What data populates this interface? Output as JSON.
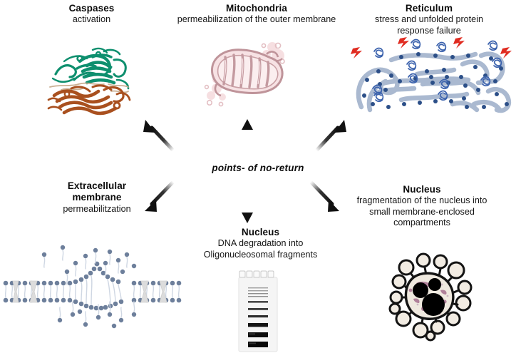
{
  "diagram": {
    "center_label": "points- of no-return",
    "background": "#ffffff",
    "nodes": [
      {
        "id": "caspases",
        "title": "Caspases",
        "description": "activation",
        "illustration": "protein-ribbon-structure",
        "colors": [
          "#0e8f6e",
          "#a9501f"
        ]
      },
      {
        "id": "mitochondria",
        "title": "Mitochondria",
        "description": "permeabilization of the outer membrane",
        "illustration": "mitochondrion-leaking",
        "colors": [
          "#c09a9e",
          "#f3d8da"
        ]
      },
      {
        "id": "reticulum",
        "title": "Reticulum",
        "description_line1": "stress and unfolded protein",
        "description_line2": "response failure",
        "illustration": "rough-endoplasmic-reticulum",
        "colors": [
          "#aab9d0",
          "#2c4f88",
          "#e02b20"
        ]
      },
      {
        "id": "extracellular-membrane",
        "title_line1": "Extracellular",
        "title_line2": "membrane",
        "description": "permeabilitzation",
        "illustration": "lipid-bilayer-rupture",
        "colors": [
          "#6d7f9b",
          "#dfe4ec"
        ]
      },
      {
        "id": "nucleus-dna",
        "title": "Nucleus",
        "description_line1": "DNA degradation into",
        "description_line2": "Oligonucleosomal fragments",
        "illustration": "dna-electrophoresis-gel",
        "colors": [
          "#111111",
          "#f4f4f4"
        ]
      },
      {
        "id": "nucleus-fragmentation",
        "title": "Nucleus",
        "description_line1": "fragmentation of the nucleus into",
        "description_line2": "small membrane-enclosed",
        "description_line3": "compartments",
        "illustration": "apoptotic-cell-blebbing",
        "colors": [
          "#141414",
          "#efe9df",
          "#9c5f84"
        ]
      }
    ],
    "arrows": [
      {
        "id": "arrow-to-caspases",
        "direction": "up-left"
      },
      {
        "id": "arrow-to-mitochondria",
        "direction": "up"
      },
      {
        "id": "arrow-to-reticulum",
        "direction": "up-right"
      },
      {
        "id": "arrow-to-extracellular-membrane",
        "direction": "down-left"
      },
      {
        "id": "arrow-to-nucleus-dna",
        "direction": "down"
      },
      {
        "id": "arrow-to-nucleus-fragmentation",
        "direction": "down-right"
      }
    ]
  }
}
